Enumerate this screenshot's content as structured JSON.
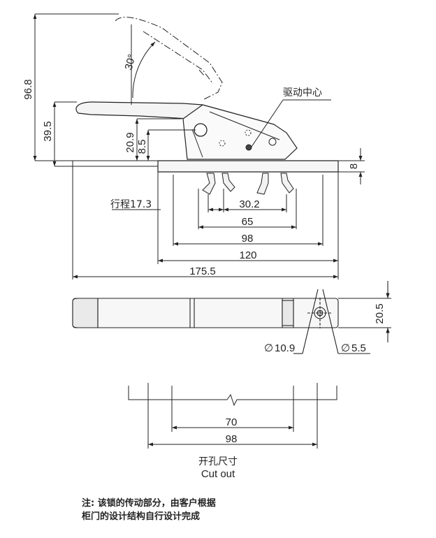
{
  "side_view": {
    "dims": {
      "height_open": "96.8",
      "height_closed": "39.5",
      "pivot_h": "20.9",
      "pivot_h2": "8.5",
      "angle": "30°",
      "plate_thk": "8",
      "travel": "行程17.3",
      "hook_span": "30.2",
      "span_65": "65",
      "span_98": "98",
      "span_120": "120",
      "overall": "175.5"
    },
    "drive_center_label": "驱动中心"
  },
  "top_view": {
    "dims": {
      "width": "20.5",
      "dia_outer": "10.9",
      "dia_inner": "5.5"
    },
    "dia_symbol": "∅"
  },
  "cutout": {
    "dims": {
      "inner": "70",
      "outer": "98"
    },
    "title_cn": "开孔尺寸",
    "title_en": "Cut out"
  },
  "note": {
    "line1": "注: 该锁的传动部分，由客户根据",
    "line2": "柜门的设计结构自行设计完成"
  }
}
